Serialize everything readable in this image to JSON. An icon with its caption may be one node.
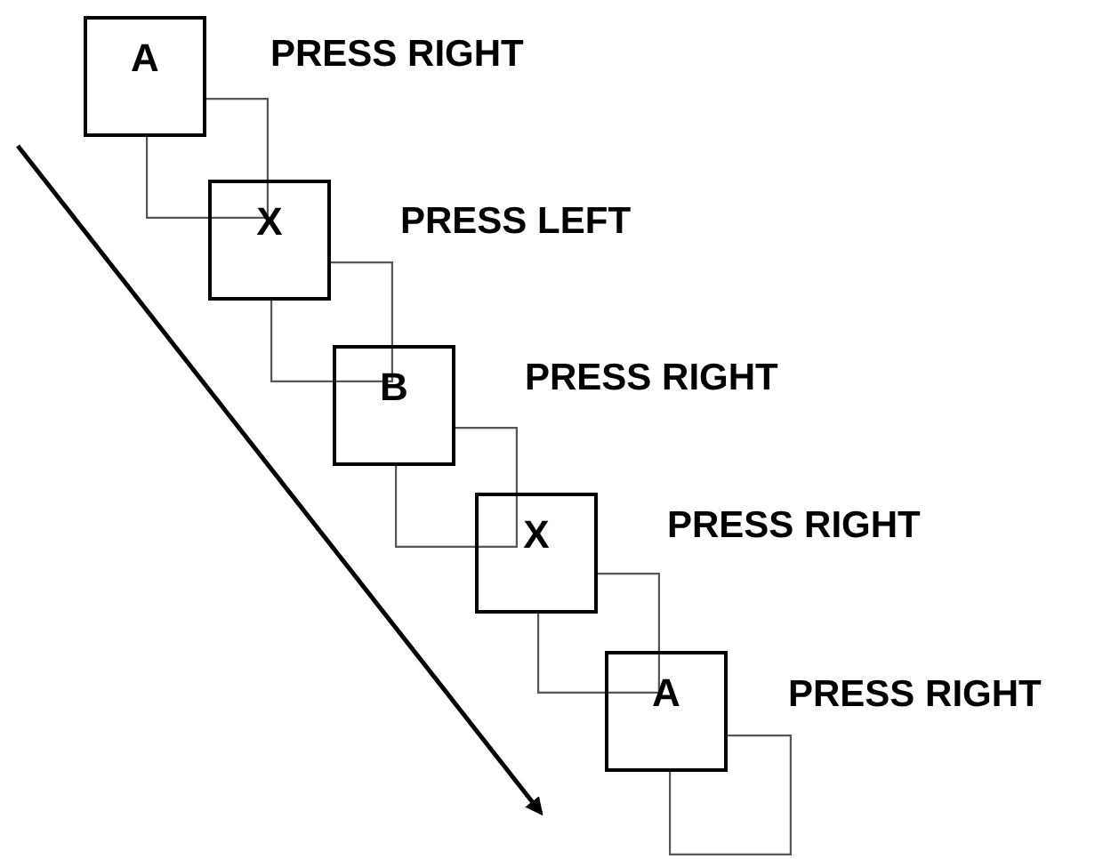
{
  "diagram": {
    "nodes": [
      {
        "text": [
          "A"
        ]
      },
      {
        "text": [],
        "shape": "box"
      },
      {
        "text": [
          "X"
        ]
      },
      {
        "text": [],
        "shape": "box"
      },
      {
        "text": [
          "B"
        ]
      },
      {
        "text": [],
        "shape": "box"
      },
      {
        "text": [
          "X"
        ]
      },
      {
        "text": [],
        "shape": "box"
      },
      {
        "text": [
          "A"
        ]
      },
      {
        "text": [],
        "shape": "box"
      }
    ],
    "labels": [
      "PRESS RIGHT",
      "PRESS LEFT",
      "PRESS RIGHT",
      "PRESS RIGHT",
      "PRESS RIGHT"
    ]
  }
}
